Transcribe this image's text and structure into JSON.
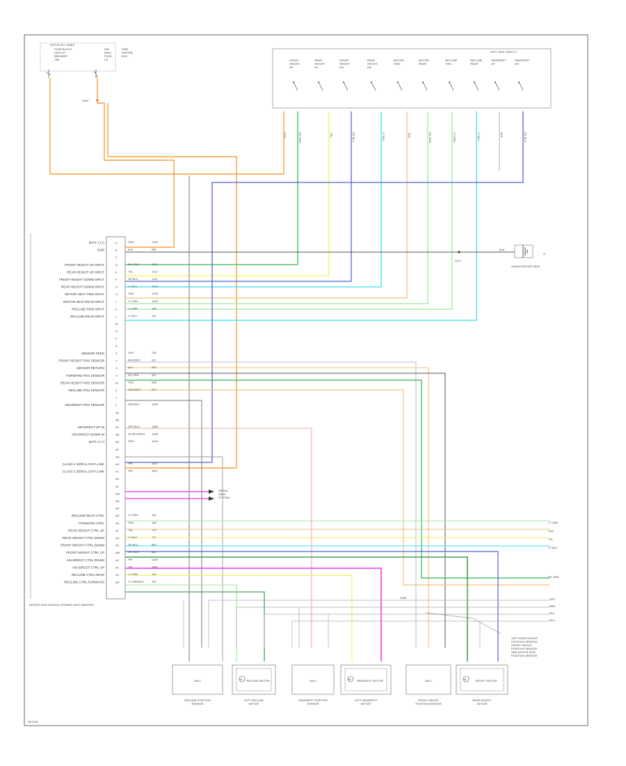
{
  "colors": {
    "orange": "#f7a040",
    "green": "#2fb84a",
    "lightgreen": "#9de89d",
    "yellow": "#f2f25a",
    "blue": "#5560d6",
    "cyan": "#33e0f0",
    "tan": "#f2c27a",
    "gray": "#7a7a7a",
    "pink": "#f2a5a5",
    "magenta": "#ee33ee",
    "darkgreen": "#1e8f3a",
    "black": "#333333",
    "frame": "#666666"
  },
  "top_left": {
    "fuse_block_title": "HOT AT ALL TIMES",
    "fuse_block_sub": [
      "FUSE BLOCK",
      "CIRCUIT",
      "BREAKER",
      "CB1"
    ],
    "fuse_label": [
      "30A",
      "MAXI",
      "FUSE",
      "C2"
    ],
    "fuse_box": [
      "PWR",
      "DISTRIB",
      "BOX"
    ],
    "splice": "S200"
  },
  "seat_switch": {
    "title": "LEFT SEAT SWITCH",
    "switches": [
      "FRONT HEIGHT UP",
      "REAR HEIGHT UP",
      "FRONT HEIGHT DN",
      "REAR HEIGHT DN",
      "MOTOR FWD",
      "MOTOR REAR",
      "RECLINE FWD",
      "RECLINE REAR",
      "HEADREST UP",
      "HEADREST DN"
    ],
    "wires": [
      "ORG",
      "DK GRN",
      "YEL",
      "DK BLU",
      "LT BLU",
      "TAN",
      "DK GRN",
      "LT GRN",
      "LT BLU",
      "BLK",
      "DK BLU"
    ]
  },
  "module": {
    "label": "DRIVER SEAT MODULE (POWER SEAT MEMORY)",
    "rows": [
      {
        "pin": "A",
        "text": "BATT 1 (+)",
        "wire": "ORG",
        "circ": "1040",
        "color": "orange"
      },
      {
        "pin": "B",
        "text": "GND",
        "wire": "BLK",
        "circ": "550",
        "color": "black"
      },
      {
        "pin": "C",
        "text": "",
        "wire": "",
        "circ": "",
        "color": ""
      },
      {
        "pin": "D",
        "text": "FRONT HEIGHT UP INPUT",
        "wire": "DK GRN",
        "circ": "1210",
        "color": "green"
      },
      {
        "pin": "E",
        "text": "REAR HEIGHT UP INPUT",
        "wire": "YEL",
        "circ": "1212",
        "color": "yellow"
      },
      {
        "pin": "F",
        "text": "FRONT HEIGHT DOWN INPUT",
        "wire": "DK BLU",
        "circ": "1211",
        "color": "blue"
      },
      {
        "pin": "G",
        "text": "REAR HEIGHT DOWN INPUT",
        "wire": "LT BLU",
        "circ": "1213",
        "color": "cyan"
      },
      {
        "pin": "H",
        "text": "MOTOR SEAT FWD INPUT",
        "wire": "TAN",
        "circ": "1208",
        "color": "tan"
      },
      {
        "pin": "J",
        "text": "MOTOR SEAT REAR INPUT",
        "wire": "LT GRN",
        "circ": "1209",
        "color": "lightgreen"
      },
      {
        "pin": "K",
        "text": "RECLINE FWD INPUT",
        "wire": "LT GRN",
        "circ": "166",
        "color": "lightgreen"
      },
      {
        "pin": "L",
        "text": "RECLINE REAR INPUT",
        "wire": "LT BLU",
        "circ": "167",
        "color": "cyan"
      },
      {
        "pin": "M",
        "text": "",
        "wire": "",
        "circ": "",
        "color": ""
      },
      {
        "pin": "N",
        "text": "",
        "wire": "",
        "circ": "",
        "color": ""
      },
      {
        "pin": "P",
        "text": "",
        "wire": "",
        "circ": "",
        "color": ""
      },
      {
        "pin": "R",
        "text": "",
        "wire": "",
        "circ": "",
        "color": ""
      },
      {
        "pin": "S",
        "text": "SENSOR FEED",
        "wire": "GRY",
        "circ": "755",
        "color": "gray"
      },
      {
        "pin": "T",
        "text": "FRONT HEIGHT POS SENSOR",
        "wire": "BRN/WHT",
        "circ": "907",
        "color": "tan"
      },
      {
        "pin": "U",
        "text": "SENSOR RETURN",
        "wire": "BLK",
        "circ": "950",
        "color": "black"
      },
      {
        "pin": "V",
        "text": "FORWARD POS SENSOR",
        "wire": "DK GRN",
        "circ": "903",
        "color": "green"
      },
      {
        "pin": "W",
        "text": "REAR HEIGHT POS SENSOR",
        "wire": "TAN",
        "circ": "908",
        "color": "tan"
      },
      {
        "pin": "X",
        "text": "RECLINE POS SENSOR",
        "wire": "GRY/WHT",
        "circ": "517",
        "color": "gray"
      },
      {
        "pin": "Y",
        "text": "",
        "wire": "",
        "circ": "",
        "color": ""
      },
      {
        "pin": "Z",
        "text": "HEADREST POS SENSOR",
        "wire": "PNK/BLK",
        "circ": "1090",
        "color": "pink"
      },
      {
        "pin": "AA",
        "text": "",
        "wire": "",
        "circ": "",
        "color": ""
      },
      {
        "pin": "AB",
        "text": "",
        "wire": "",
        "circ": "",
        "color": ""
      },
      {
        "pin": "AC",
        "text": "HEADREST UP IN",
        "wire": "GRY/BLK",
        "circ": "1086",
        "color": "gray"
      },
      {
        "pin": "AD",
        "text": "HEADREST DOWN IN",
        "wire": "DK BLU/WHT",
        "circ": "1088",
        "color": "blue"
      },
      {
        "pin": "AE",
        "text": "BATT 2 (+)",
        "wire": "ORG",
        "circ": "1040",
        "color": "orange"
      },
      {
        "pin": "AF",
        "text": "",
        "wire": "",
        "circ": "",
        "color": ""
      },
      {
        "pin": "AG",
        "text": "",
        "wire": "",
        "circ": "",
        "color": ""
      },
      {
        "pin": "AH",
        "text": "CLASS 2 SERIAL DATA LINK",
        "wire": "PPL",
        "circ": "1807",
        "color": "magenta"
      },
      {
        "pin": "AJ",
        "text": "CLASS 2 SERIAL DATA LINK",
        "wire": "PPL",
        "circ": "1807",
        "color": "magenta"
      },
      {
        "pin": "AK",
        "text": "",
        "wire": "",
        "circ": "",
        "color": ""
      },
      {
        "pin": "AL",
        "text": "",
        "wire": "",
        "circ": "",
        "color": ""
      },
      {
        "pin": "AM",
        "text": "",
        "wire": "",
        "circ": "",
        "color": ""
      },
      {
        "pin": "AN",
        "text": "",
        "wire": "",
        "circ": "",
        "color": ""
      },
      {
        "pin": "AP",
        "text": "",
        "wire": "",
        "circ": "",
        "color": ""
      },
      {
        "pin": "AR",
        "text": "RECLINE REAR CTRL",
        "wire": "LT GRN",
        "circ": "165",
        "color": "lightgreen"
      },
      {
        "pin": "AS",
        "text": "FORWARD CTRL",
        "wire": "TAN",
        "circ": "168",
        "color": "tan"
      },
      {
        "pin": "AT",
        "text": "REAR HEIGHT CTRL UP",
        "wire": "YEL",
        "circ": "170",
        "color": "yellow"
      },
      {
        "pin": "AU",
        "text": "REAR HEIGHT CTRL DOWN",
        "wire": "LT BLU",
        "circ": "171",
        "color": "cyan"
      },
      {
        "pin": "AV",
        "text": "FRONT HEIGHT CTRL DOWN",
        "wire": "DK BLU",
        "circ": "863",
        "color": "blue"
      },
      {
        "pin": "AW",
        "text": "FRONT HEIGHT CTRL UP",
        "wire": "DK GRN",
        "circ": "862",
        "color": "green"
      },
      {
        "pin": "AX",
        "text": "HEADREST CTRL DOWN",
        "wire": "PPL",
        "circ": "1089",
        "color": "magenta"
      },
      {
        "pin": "AY",
        "text": "HEADREST CTRL UP",
        "wire": "YEL",
        "circ": "1087",
        "color": "yellow"
      },
      {
        "pin": "AZ",
        "text": "RECLINE CTRL REAR",
        "wire": "LT GRN",
        "circ": "164",
        "color": "lightgreen"
      },
      {
        "pin": "BA",
        "text": "RECLINE CTRL FORWARD",
        "wire": "LT GRN/BLK",
        "circ": "169",
        "color": "darkgreen"
      }
    ]
  },
  "ground": {
    "label": "BLK",
    "splice": "S271",
    "ref": [
      "G",
      "UNDER DRIVER SEAT"
    ]
  },
  "serial_ref": [
    "SERIAL",
    "DATA",
    "SYSTEM"
  ],
  "right_wire_labels": [
    "LT GRN",
    "TAN",
    "YEL",
    "LT BLU",
    "DK GRN",
    "GRY",
    "BRN",
    "BLK",
    "BLU"
  ],
  "splice_s208": "S208",
  "sensor_note": [
    "LEFT REAR HEIGHT",
    "POSITION SENSOR,",
    "FRONT HEIGHT",
    "POSITION SENSOR",
    "AND MOTOR SEAT",
    "POSITION SENSOR"
  ],
  "components": [
    {
      "name": "RECLINE POSITION SENSOR",
      "inner": "HALL"
    },
    {
      "name": "LEFT RECLINE MOTOR",
      "inner": "RECLINE MOTOR"
    },
    {
      "name": "HEADREST POSITION SENSOR",
      "inner": "HALL"
    },
    {
      "name": "LEFT HEADREST MOTOR",
      "inner": "HEADREST MOTOR"
    },
    {
      "name": "FRONT HEIGHT POSITION SENSOR",
      "inner": "HALL"
    },
    {
      "name": "REAR HEIGHT MOTOR",
      "inner": "HEIGHT MOTOR"
    }
  ],
  "footer_id": "SE7046"
}
